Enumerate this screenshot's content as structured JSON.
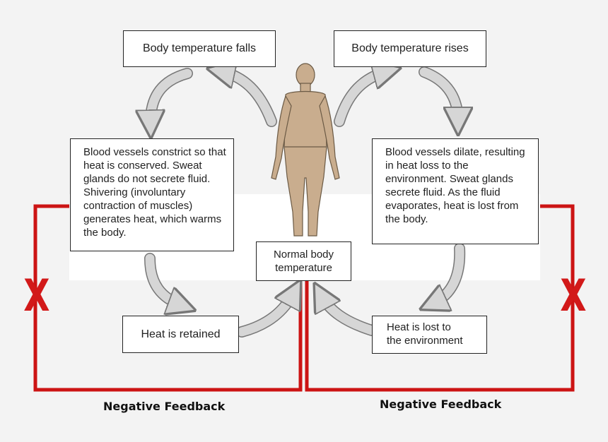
{
  "boxes": {
    "temp_falls": "Body temperature falls",
    "temp_rises": "Body temperature rises",
    "constrict": "Blood vessels constrict so that heat is conserved. Sweat glands do not secrete fluid. Shivering (involuntary contraction of muscles) generates heat, which warms the body.",
    "dilate": "Blood vessels dilate, resulting in heat loss to the environment. Sweat glands secrete fluid. As the fluid evaporates, heat is lost from the body.",
    "normal_line1": "Normal body",
    "normal_line2": "temperature",
    "retained": "Heat is retained",
    "lost_line1": "Heat is lost to",
    "lost_line2": "the environment"
  },
  "labels": {
    "feedback_left": "Negative Feedback",
    "feedback_right": "Negative Feedback",
    "x_left": "X",
    "x_right": "X"
  },
  "colors": {
    "feedback_line": "#cc1414",
    "x_mark": "#d21919",
    "arrow_fill": "#d6d6d6",
    "body_fill": "#c9ad8e"
  },
  "icons": {
    "human_figure": "human-body-icon",
    "curved_arrow": "curved-arrow-icon"
  }
}
